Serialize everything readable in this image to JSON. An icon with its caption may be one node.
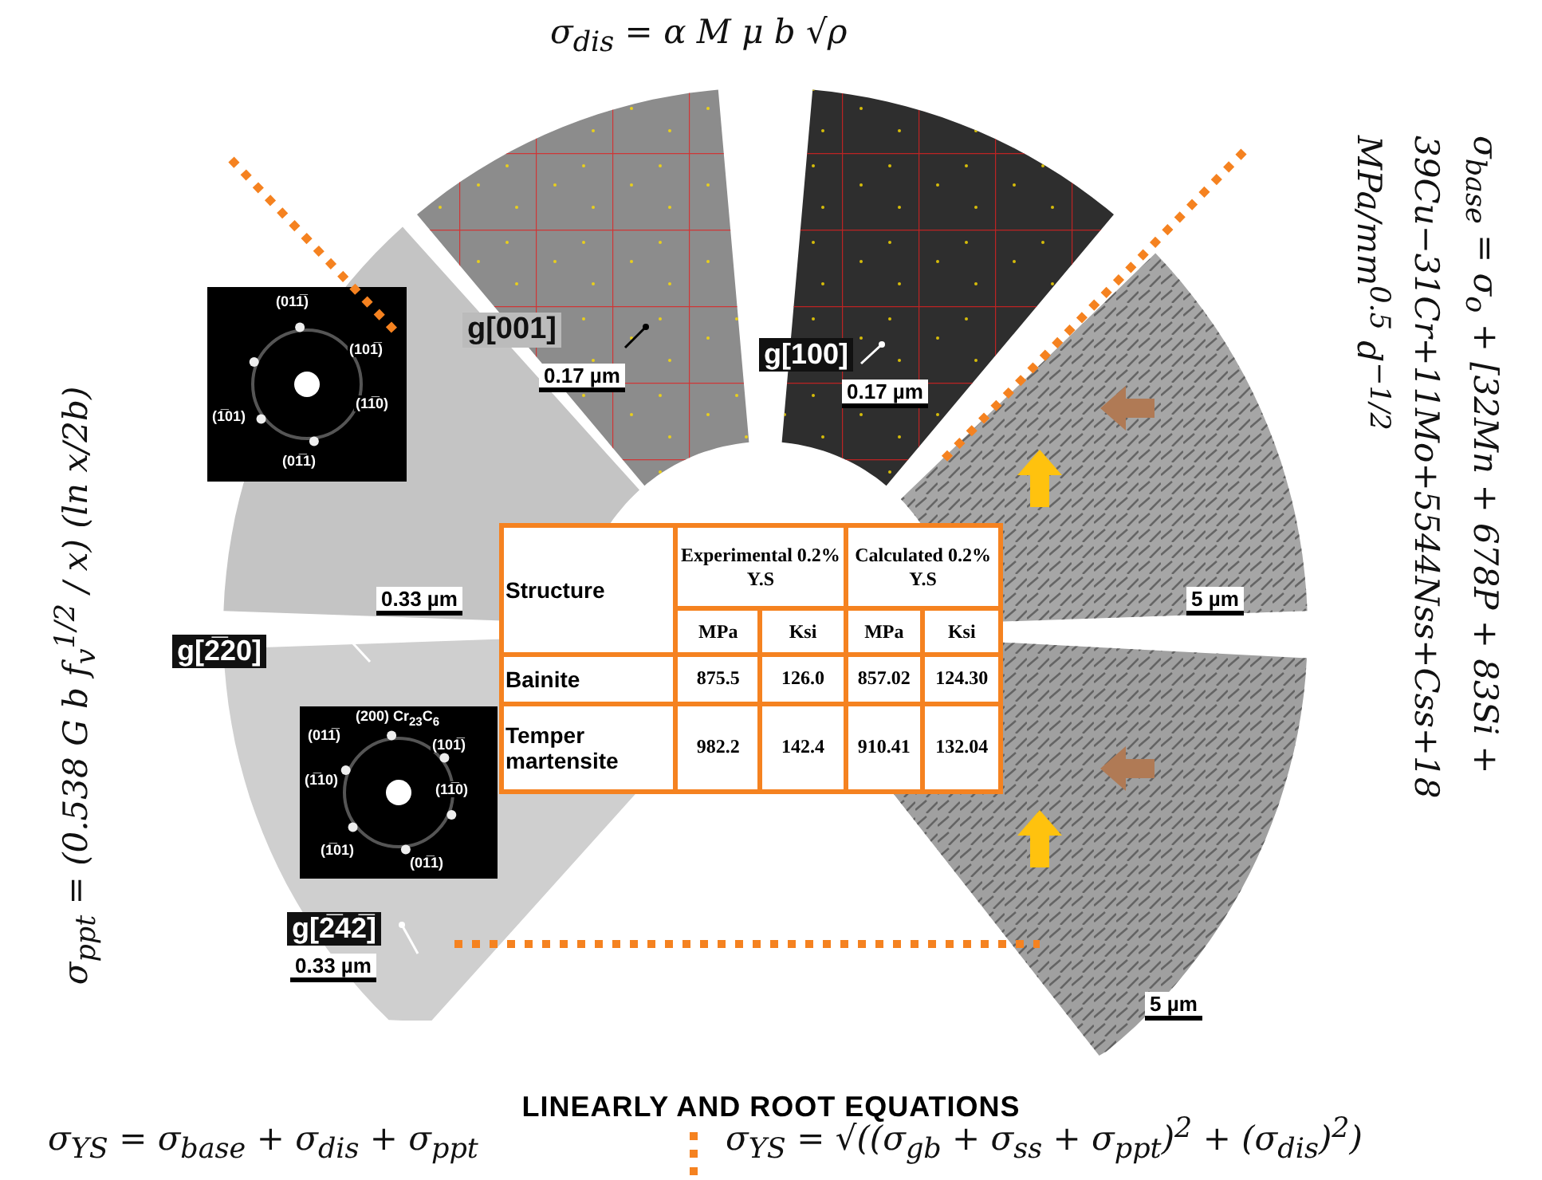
{
  "diagram": {
    "title": "LINEARLY AND ROOT EQUATIONS",
    "labels": [
      "σ$_{dis}$ = α M μ b √ρ",
      "σ$_{ppt}$ = (0.538 G b f$_{v}$$^{1/2}$ / x) (ln x/2b)",
      "σ$_{base}$ = σ$_{o}$ + [32Mn + 678P + 83Si + 39Cu−31Cr+11Mo+5544Nss+Css+18 MPa/mm$^{0.5}$ d$^{−1/2}$",
      "g[001]",
      "0.17 µm",
      "g[100]",
      "0.17 µm",
      "(011̅)",
      "(101̅)",
      "(1̅01)",
      "(11̅0)",
      "(01̅1)",
      "g[2̅20]",
      "0.33 µm",
      "Structure",
      "Experimental 0.2% Y.S",
      "Calculated 0.2% Y.S",
      "MPa",
      "Ksi",
      "MPa",
      "Ksi",
      "Bainite",
      "875.5",
      "126.0",
      "857.02",
      "124.30",
      "Temper martensite",
      "982.2",
      "142.4",
      "910.41",
      "132.04",
      "5 µm",
      "(200) Cr$_{23}$C$_{6}$",
      "(011̅)",
      "(101̅)",
      "(1̅10)",
      "(11̅0)",
      "(1̅01)",
      "(01̅1)",
      "5 µm",
      "g[2̅42̅]",
      "0.33 µm",
      "σ$_{YS}$ = σ$_{base}$ + σ$_{dis}$ + σ$_{ppt}$",
      "σ$_{YS}$ = √((σ$_{gb}$ + σ$_{ss}$ + σ$_{ppt}$)$^{2}$ + (σ$_{dis}$)$^{2}$)"
    ]
  }
}
